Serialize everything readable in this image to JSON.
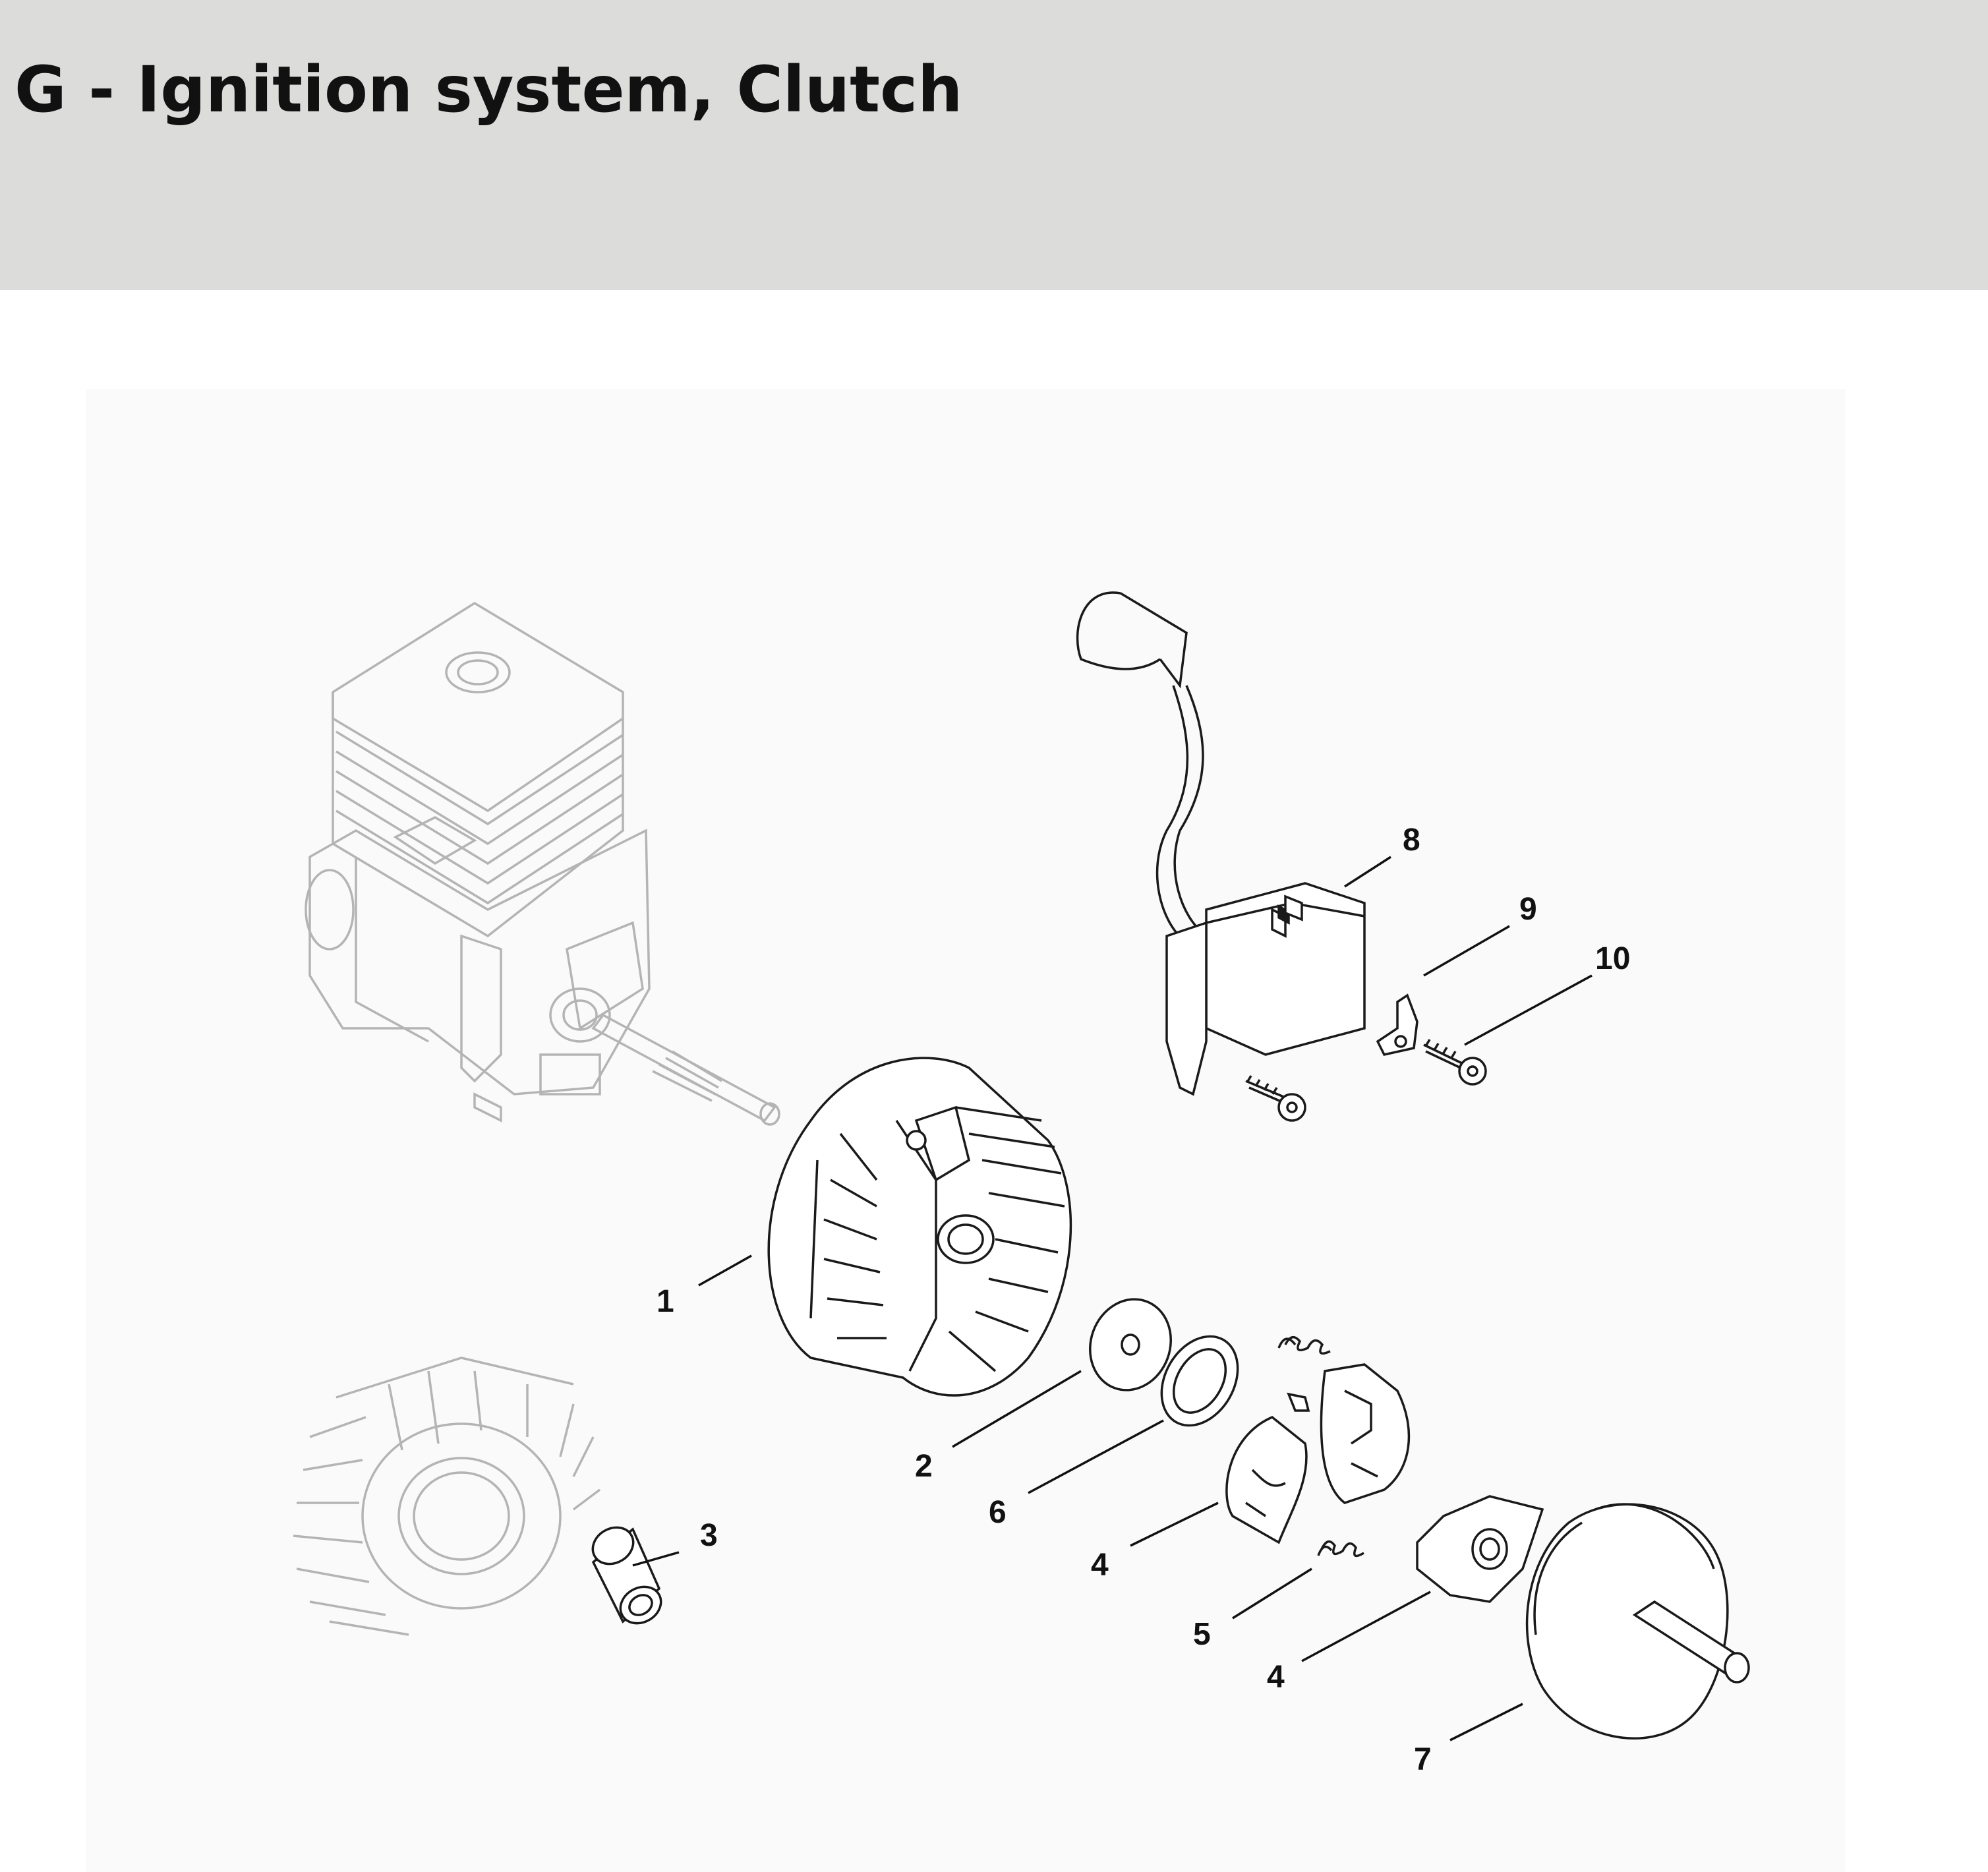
{
  "header": {
    "title": "G - Ignition system, Clutch",
    "background": "#dcdcdb"
  },
  "diagram": {
    "colors": {
      "context_parts": "#b4b4b4",
      "exploded_parts": "#1a1a1a",
      "panel": "#fafafa"
    },
    "callouts": [
      {
        "id": "c1",
        "label": "1",
        "part": "flywheel"
      },
      {
        "id": "c2",
        "label": "2",
        "part": "washer"
      },
      {
        "id": "c3",
        "label": "3",
        "part": "sleeve"
      },
      {
        "id": "c4a",
        "label": "4",
        "part": "clutch-shoe-upper"
      },
      {
        "id": "c4b",
        "label": "4",
        "part": "clutch-shoe-lower"
      },
      {
        "id": "c5",
        "label": "5",
        "part": "clutch-spring"
      },
      {
        "id": "c6",
        "label": "6",
        "part": "thin-washer"
      },
      {
        "id": "c7",
        "label": "7",
        "part": "clutch-drum"
      },
      {
        "id": "c8",
        "label": "8",
        "part": "ignition-module"
      },
      {
        "id": "c9",
        "label": "9",
        "part": "ground-tab"
      },
      {
        "id": "c10",
        "label": "10",
        "part": "screw"
      }
    ]
  }
}
